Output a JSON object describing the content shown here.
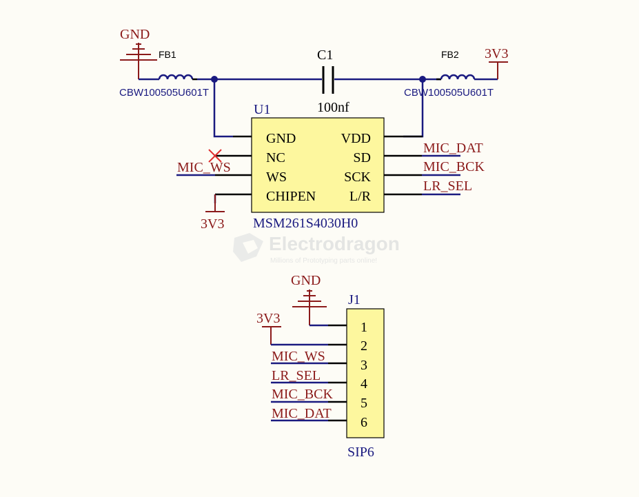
{
  "colors": {
    "background": "#fdfcf6",
    "wire": "#1a1a80",
    "power_net": "#8b1a1a",
    "component_body": "#fdf79e",
    "pin": "#000000",
    "no_connect": "#e03030"
  },
  "power": {
    "gnd_top": "GND",
    "vcc_top": "3V3",
    "vcc_u1": "3V3",
    "gnd_j1": "GND",
    "vcc_j1": "3V3"
  },
  "fb1": {
    "ref": "FB1",
    "value": "CBW100505U601T"
  },
  "fb2": {
    "ref": "FB2",
    "value": "CBW100505U601T"
  },
  "c1": {
    "ref": "C1",
    "value": "100nf"
  },
  "u1": {
    "ref": "U1",
    "part": "MSM261S4030H0",
    "left_pins": [
      "GND",
      "NC",
      "WS",
      "CHIPEN"
    ],
    "right_pins": [
      "VDD",
      "SD",
      "SCK",
      "L/R"
    ]
  },
  "nets": {
    "u1_ws": "MIC_WS",
    "u1_sd": "MIC_DAT",
    "u1_sck": "MIC_BCK",
    "u1_lr": "LR_SEL",
    "j1_pin3": "MIC_WS",
    "j1_pin4": "LR_SEL",
    "j1_pin5": "MIC_BCK",
    "j1_pin6": "MIC_DAT"
  },
  "j1": {
    "ref": "J1",
    "footprint": "SIP6",
    "pins": [
      "1",
      "2",
      "3",
      "4",
      "5",
      "6"
    ]
  },
  "watermark": {
    "brand": "Electrodragon",
    "tagline": "Millions of Prototyping parts online!"
  }
}
